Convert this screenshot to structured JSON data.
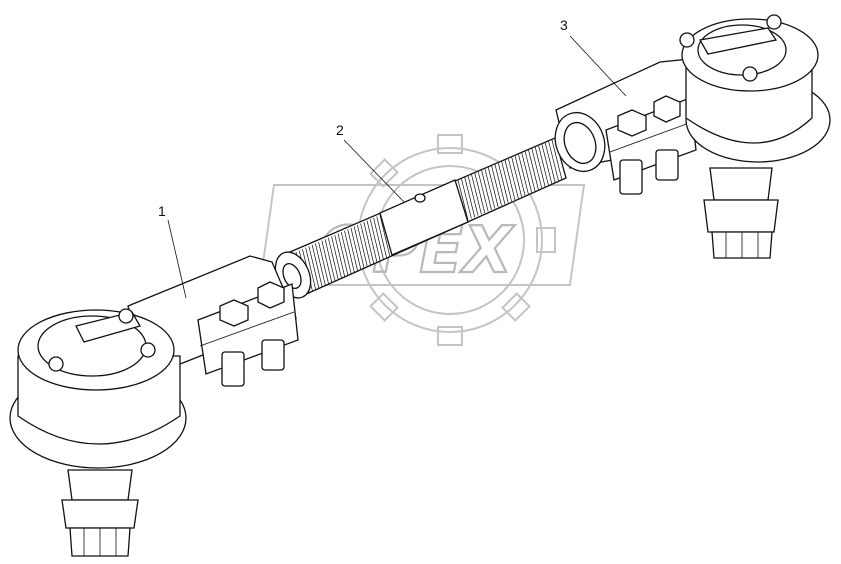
{
  "diagram": {
    "callouts": [
      {
        "id": "1",
        "label": "1"
      },
      {
        "id": "2",
        "label": "2"
      },
      {
        "id": "3",
        "label": "3"
      }
    ],
    "watermark": {
      "text": "OPEX",
      "color": "#b9b9b9"
    }
  }
}
